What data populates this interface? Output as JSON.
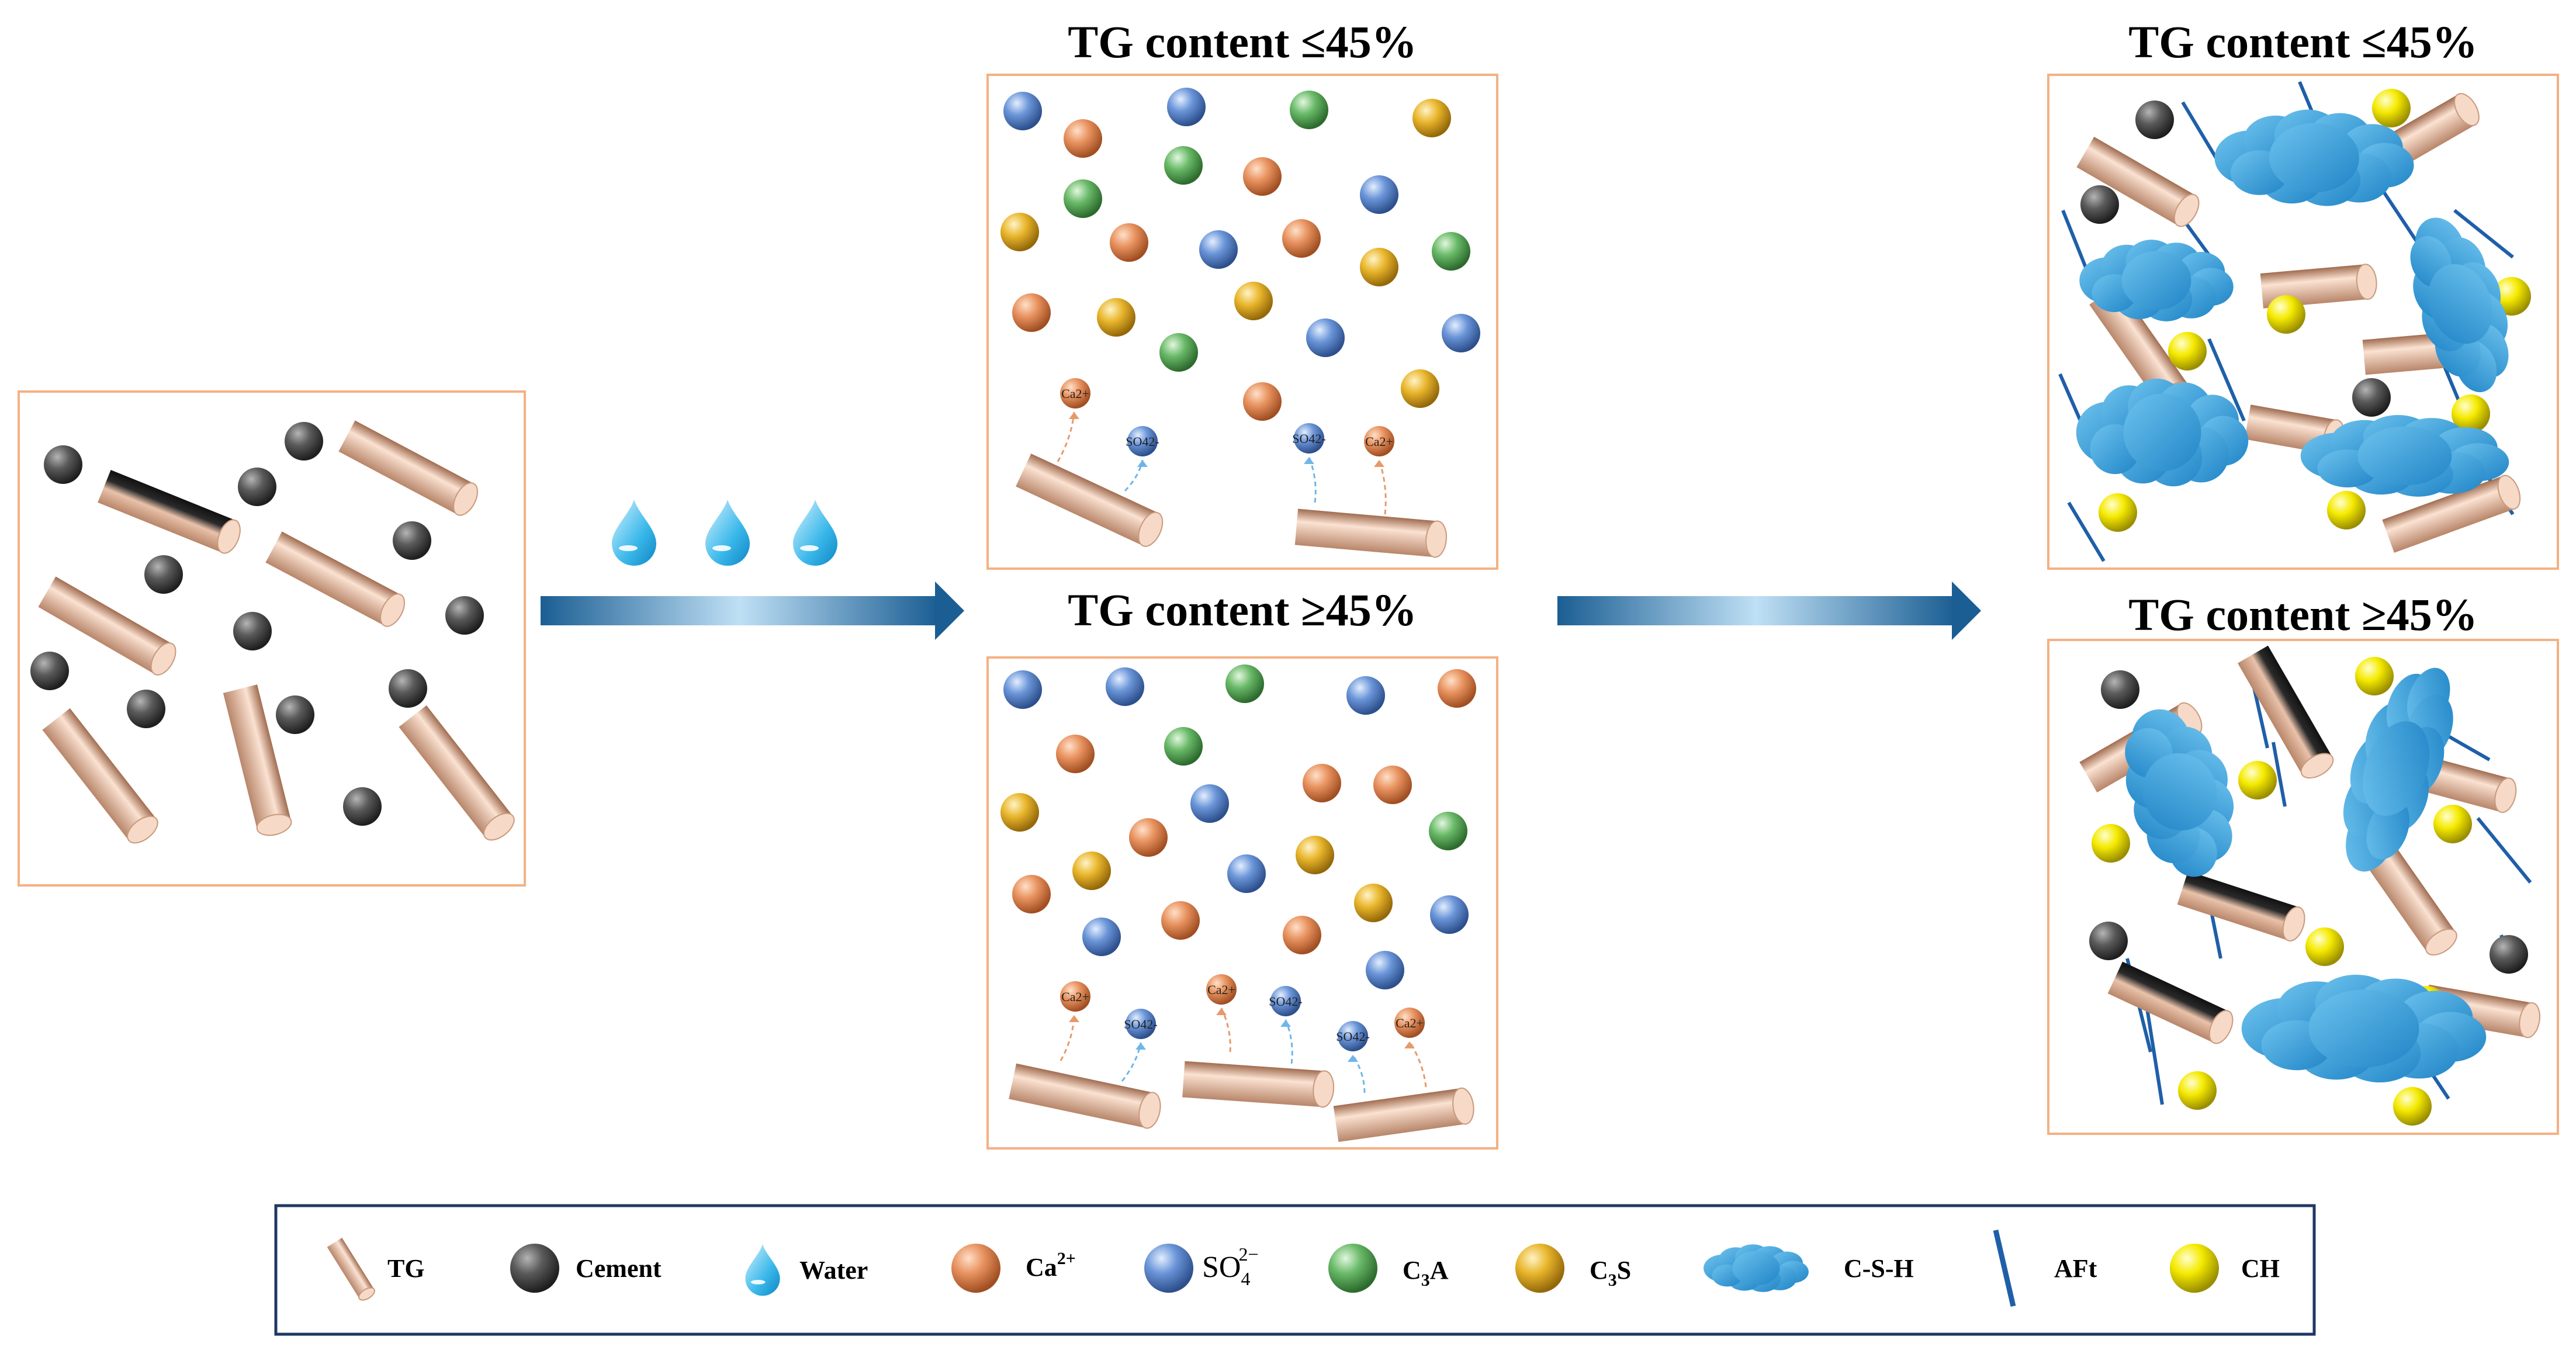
{
  "titles": {
    "middle_top": "TG content ≤45%",
    "middle_bottom": "TG content ≥45%",
    "right_top": "TG content ≤45%",
    "right_bottom": "TG content ≥45%"
  },
  "ion_labels": {
    "ca": "Ca2+",
    "so4": "SO42-"
  },
  "legend": {
    "tg": "TG",
    "cement": "Cement",
    "water": "Water",
    "ca": "Ca",
    "ca_sup": "2+",
    "so4": "SO",
    "so4_sub": "4",
    "so4_sup": "2−",
    "c3a_c": "C",
    "c3a_sub": "3",
    "c3a_a": "A",
    "c3s_c": "C",
    "c3s_sub": "3",
    "c3s_s": "S",
    "csh": "C-S-H",
    "aft": "AFt",
    "ch": "CH"
  },
  "colors": {
    "box_border": "#f4b183",
    "legend_border": "#1f3864",
    "arrow": "#1f6aa5",
    "cement": "#4a4a4a",
    "tg": "#d9a78a",
    "water": "#35b4e6",
    "ca": "#e08a5c",
    "so4": "#5a86c8",
    "c3a": "#5fae5f",
    "c3s": "#e3b32a",
    "csh": "#3a9bd6",
    "aft": "#1f5fa8",
    "ch": "#f2e600"
  }
}
